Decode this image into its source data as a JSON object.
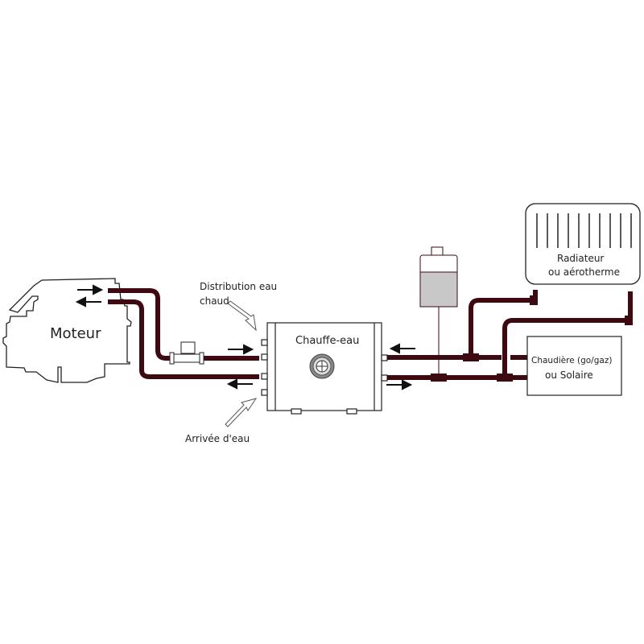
{
  "labels": {
    "engine": "Moteur",
    "hot_water_out_line1": "Distribution eau",
    "hot_water_out_line2": "chaud",
    "water_inlet": "Arrivée d'eau",
    "water_heater": "Chauffe-eau",
    "radiator_line1": "Radiateur",
    "radiator_line2": "ou aérotherme",
    "boiler_line1": "Chaudière (go/gaz)",
    "boiler_line2": "ou Solaire"
  },
  "colors": {
    "pipe": "#3d0a12",
    "outline": "#222222",
    "tank_fill": "#c8c8c8"
  },
  "icons": {
    "flow_arrow": "arrow",
    "callout_arrow": "hollow-arrow",
    "valve": "pump-valve",
    "expansion_tank": "expansion-tank",
    "heater_port": "circular-port"
  }
}
